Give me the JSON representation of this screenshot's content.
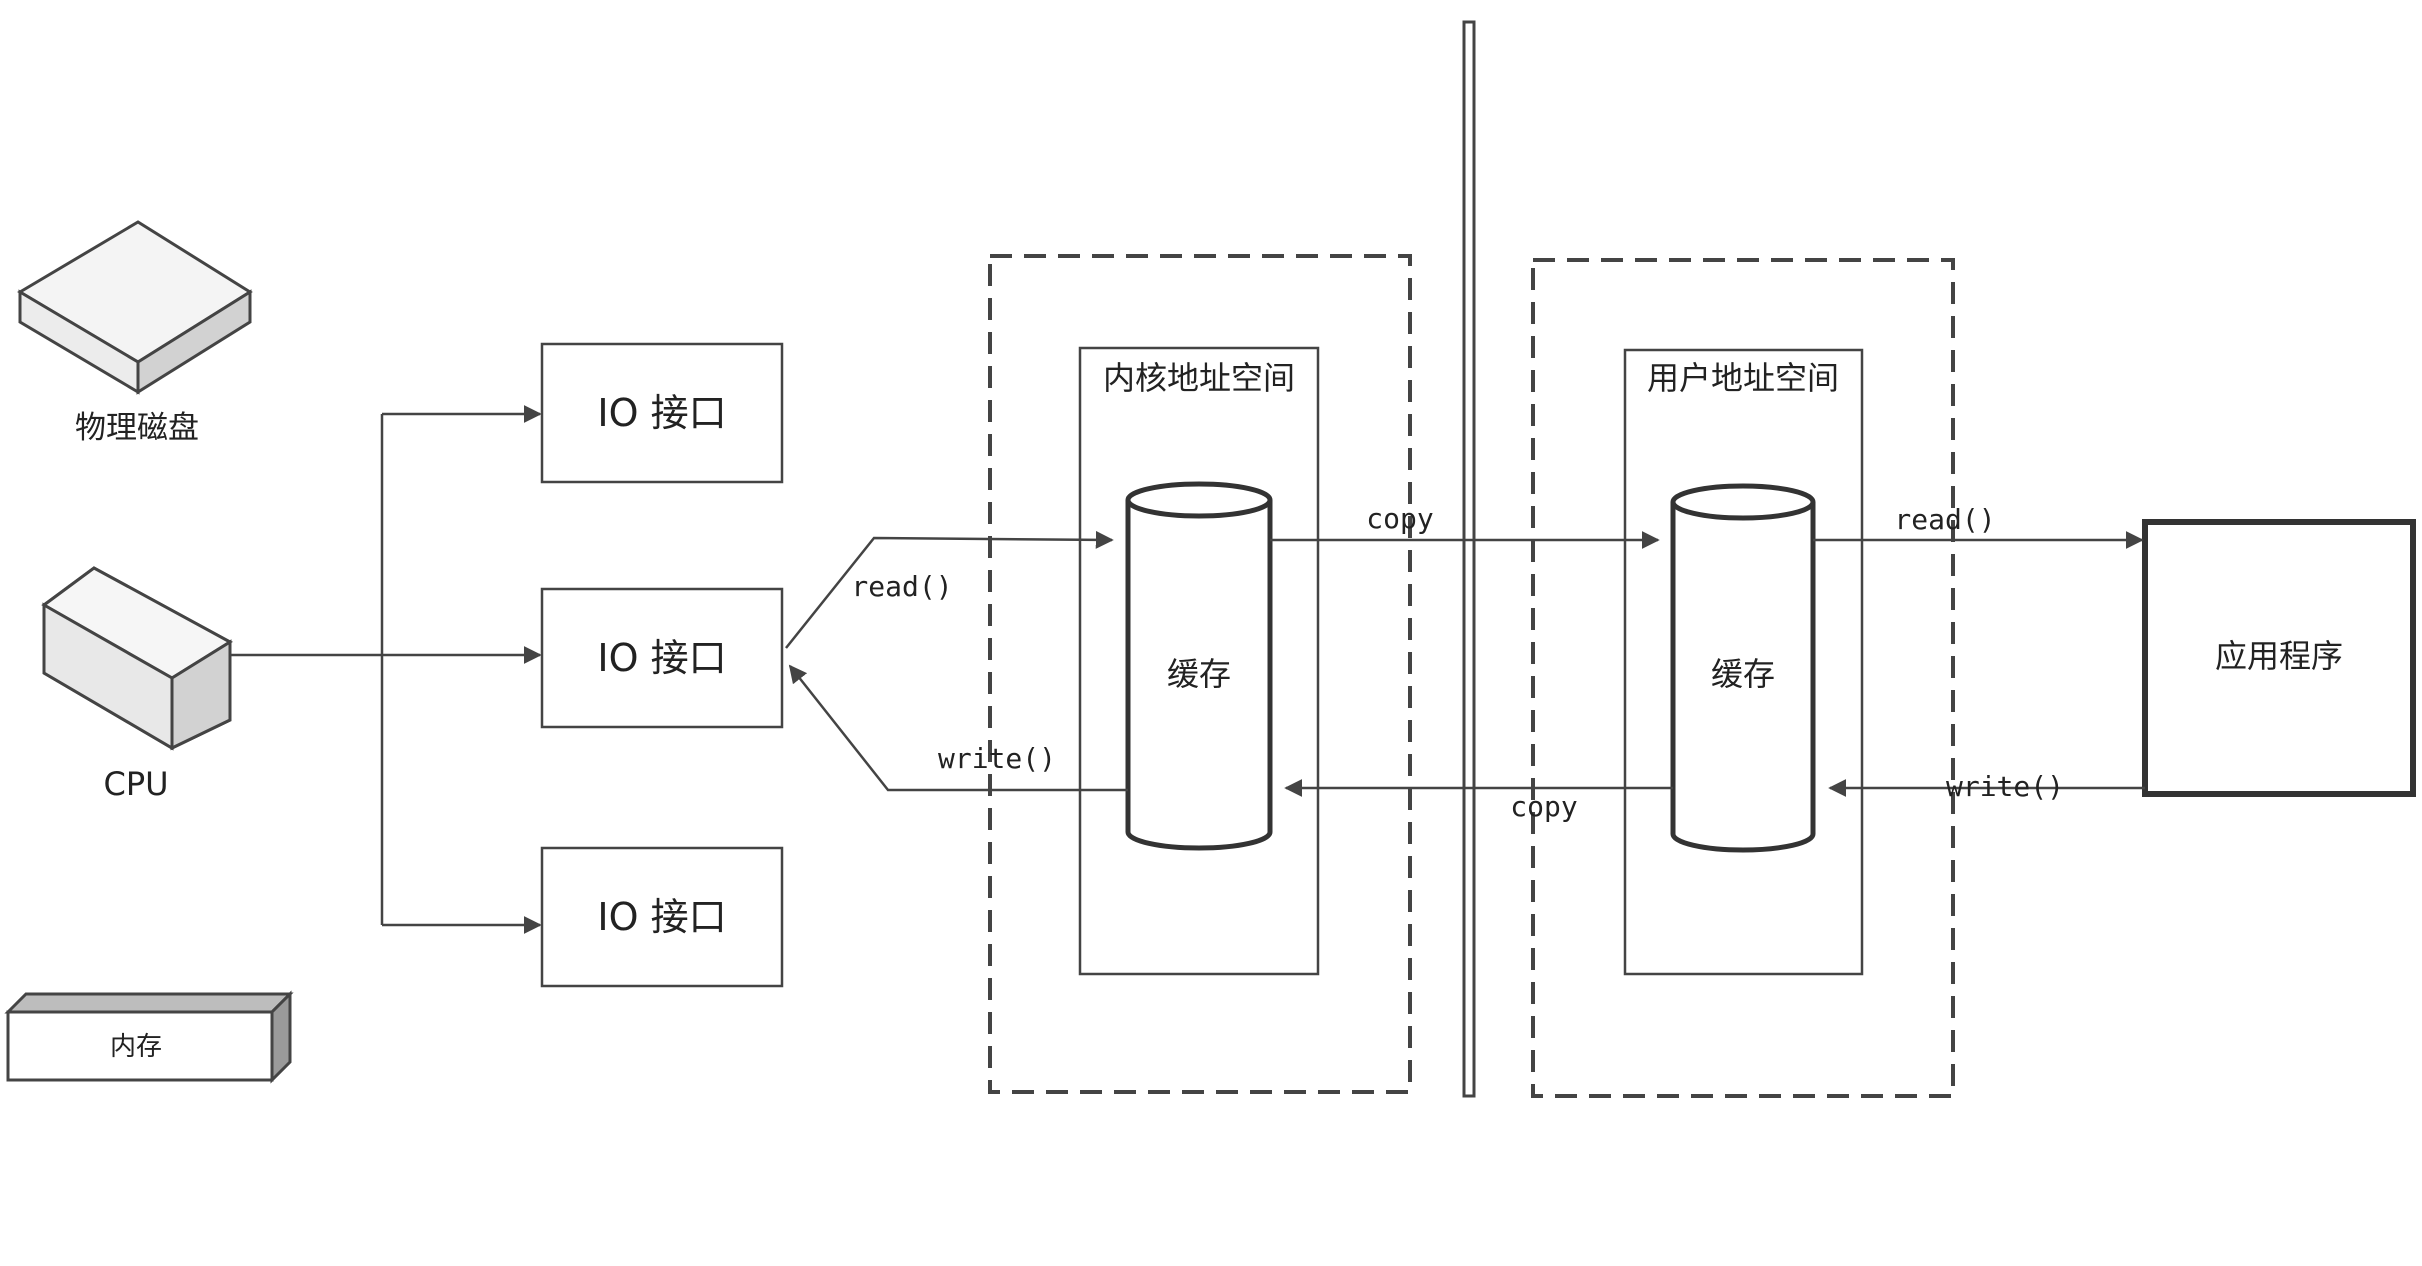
{
  "diagram": {
    "hardware": {
      "disk_label": "物理磁盘",
      "cpu_label": "CPU",
      "memory_label": "内存"
    },
    "io_ports": [
      {
        "label": "IO 接口"
      },
      {
        "label": "IO 接口"
      },
      {
        "label": "IO 接口"
      }
    ],
    "kernel_space": {
      "title": "内核地址空间",
      "cache_label": "缓存"
    },
    "user_space": {
      "title": "用户地址空间",
      "cache_label": "缓存"
    },
    "application": {
      "label": "应用程序"
    },
    "edges": {
      "io_to_kernel": "read()",
      "kernel_to_io": "write()",
      "kernel_to_user": "copy",
      "user_to_kernel": "copy",
      "user_to_app": "read()",
      "app_to_user": "write()"
    }
  },
  "colors": {
    "line": "#444444",
    "box_fill": "#ffffff",
    "device_top": "#f4f4f4",
    "device_side": "#d2d2d2",
    "memory_top": "#bdbdbd"
  }
}
